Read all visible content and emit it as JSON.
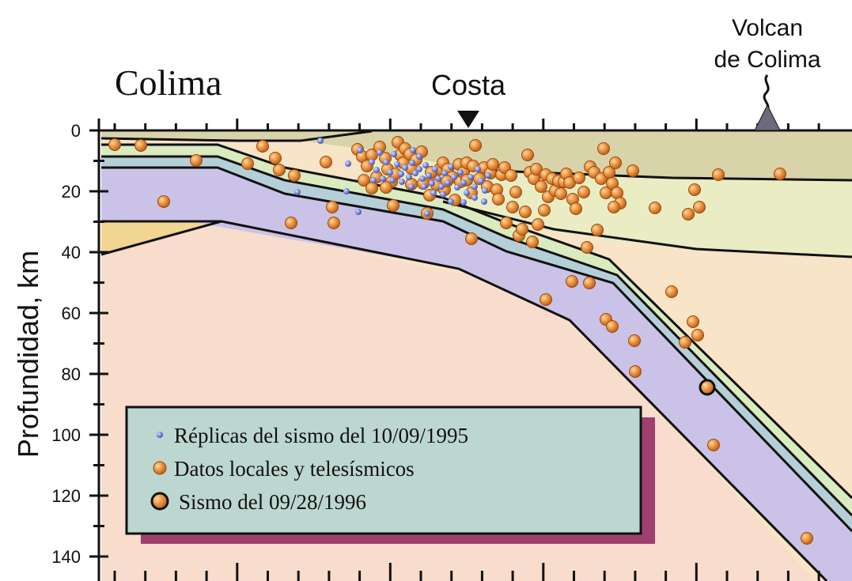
{
  "figure": {
    "region_label": "Colima",
    "coast_label": "Costa",
    "volcano_label_line1": "Volcan",
    "volcano_label_line2": "de Colima",
    "y_axis_label": "Profundidad, km",
    "y_ticks": [
      "0",
      "20",
      "40",
      "60",
      "80",
      "100",
      "120",
      "140"
    ]
  },
  "legend": {
    "items": [
      {
        "label": "Réplicas del sismo del 10/09/1995",
        "symbol": "small-blue-dot-icon"
      },
      {
        "label": "Datos locales y telesísmicos",
        "symbol": "orange-dot-icon"
      },
      {
        "label": "Sismo del 09/28/1996",
        "symbol": "large-orange-ring-icon"
      }
    ]
  },
  "colors": {
    "upper_crust": "#d6d2a8",
    "continental_crust": "#e9ecc4",
    "mantle": "#f7e2c2",
    "oceanic_layer_top": "#d9eac0",
    "oceanic_layer_mid": "#b4cfd8",
    "oceanic_slab": "#c9c0e6",
    "left_wedge": "#f4d79a",
    "lower_background": "#f8dcc8",
    "event_orange": "#e8872e",
    "event_blue": "#6a7bd0",
    "legend_bg": "#b9d3cd",
    "legend_shadow": "#9e3f6e"
  }
}
